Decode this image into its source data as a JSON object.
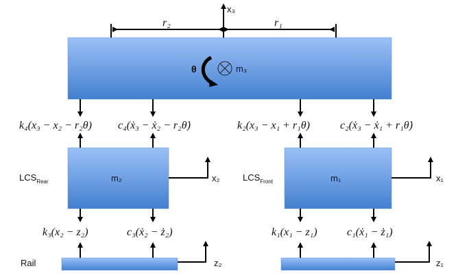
{
  "top_mass": {
    "label": "m₃",
    "rotation_label": "θ",
    "axis_label": "x₃",
    "r_rear": "r₂",
    "r_front": "r₁"
  },
  "upper_forces": {
    "rear_spring": "k₄(x₃ − x₂ − r₂θ)",
    "rear_damper": "c₄(ẋ₃ − ẋ₂ − r₂θ̇)",
    "front_spring": "k₂(x₃ − x₁ + r₁θ)",
    "front_damper": "c₂(ẋ₃ − ẋ₁ + r₁θ̇)"
  },
  "rear_mass": {
    "label": "m₂",
    "axis_label": "x₂",
    "side_label": "LCS",
    "side_sub": "Rear"
  },
  "front_mass": {
    "label": "m₁",
    "axis_label": "x₁",
    "side_label": "LCS",
    "side_sub": "Front"
  },
  "lower_forces": {
    "rear_spring": "k₃(x₂ − z₂)",
    "rear_damper": "c₃(ẋ₂ − ż₂)",
    "front_spring": "k₁(x₁ − z₁)",
    "front_damper": "c₁(ẋ₁ − ż₁)"
  },
  "rail": {
    "label": "Rail",
    "rear_axis": "z₂",
    "front_axis": "z₁"
  },
  "colors": {
    "box_top": "#9cc0f7",
    "box_bottom": "#4380cf"
  }
}
